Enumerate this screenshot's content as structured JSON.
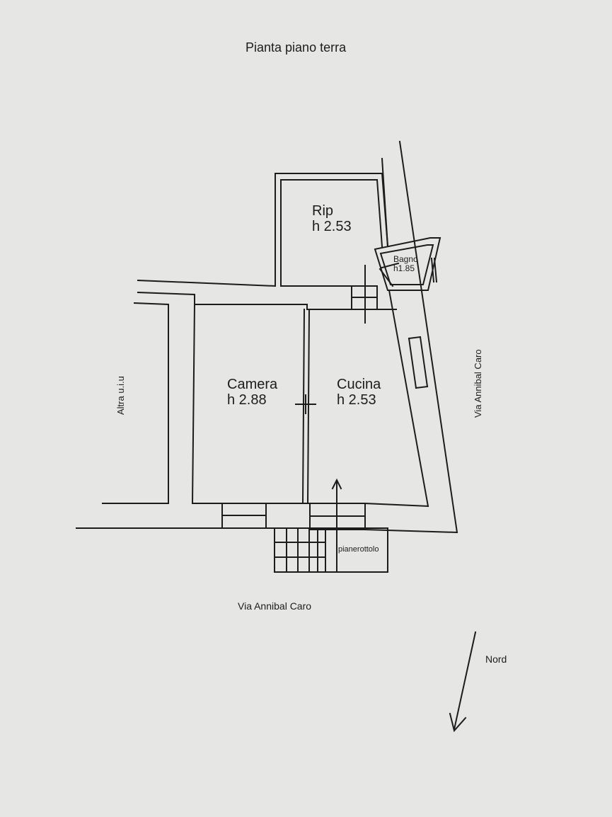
{
  "title": "Pianta piano terra",
  "rooms": {
    "rip": {
      "name": "Rip",
      "height": "h 2.53"
    },
    "bagno": {
      "name": "Bagno",
      "height": "h1.85"
    },
    "camera": {
      "name": "Camera",
      "height": "h 2.88"
    },
    "cucina": {
      "name": "Cucina",
      "height": "h 2.53"
    }
  },
  "labels": {
    "altra": "Altra u.i.u",
    "street_east": "Via Annibal Caro",
    "street_south": "Via Annibal Caro",
    "landing": "pianerottolo",
    "north": "Nord"
  },
  "colors": {
    "paper": "#e6e7e5",
    "ink": "#1c1c1c"
  }
}
